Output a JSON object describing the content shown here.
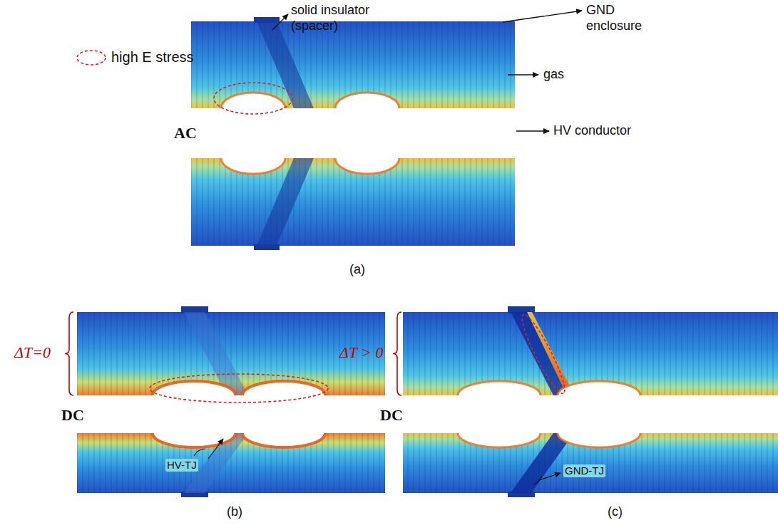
{
  "diagram": {
    "labels": [
      "solid insulator (spacer)",
      "GND enclosure",
      "gas",
      "HV conductor",
      "AC",
      "(a)",
      "ΔT=0",
      "DC",
      "HV-TJ",
      "(b)",
      "ΔT > 0",
      "DC",
      "GND-TJ",
      "(c)"
    ],
    "legend": [
      {
        "text": "high E stress"
      }
    ]
  }
}
